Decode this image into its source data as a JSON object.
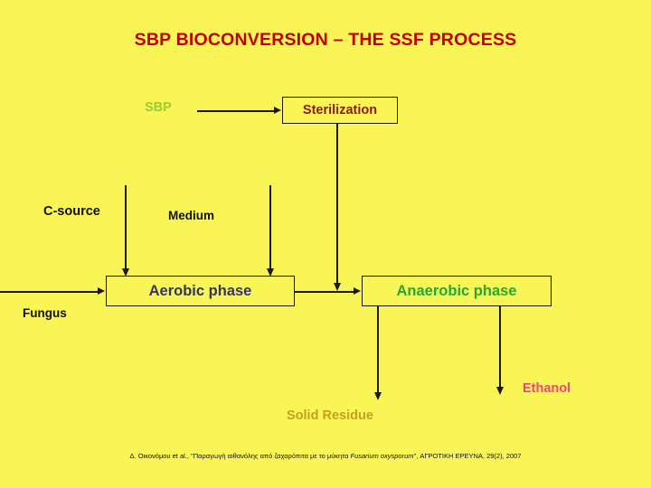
{
  "slide": {
    "background_color": "#FAF557",
    "title": "SBP BIOCONVERSION – THE SSF PROCESS",
    "title_color": "#C00000"
  },
  "nodes": {
    "sbp": {
      "label": "SBP",
      "color": "#9ACD32"
    },
    "sterilization": {
      "label": "Sterilization",
      "color": "#8B1A1A"
    },
    "c_source": {
      "label": "C-source",
      "color": "#111111"
    },
    "medium": {
      "label": "Medium",
      "color": "#111111"
    },
    "fungus": {
      "label": "Fungus",
      "color": "#111111"
    },
    "aerobic": {
      "label": "Aerobic phase",
      "color": "#33336E"
    },
    "anaerobic": {
      "label": "Anaerobic phase",
      "color": "#22AA33"
    },
    "solid_residue": {
      "label": "Solid Residue",
      "color": "#C2A219"
    },
    "ethanol": {
      "label": "Ethanol",
      "color": "#E8457F"
    }
  },
  "citation": {
    "prefix": "Δ. Οικονόμου et al., \"Παραγωγή αιθανόλης από ζαχαρόπιτα με το μύκητα ",
    "italic": "Fusarium oxysporum",
    "suffix": "\", ΑΓΡΟΤΙΚΗ ΕΡΕΥΝΑ, 29(2), 2007"
  }
}
